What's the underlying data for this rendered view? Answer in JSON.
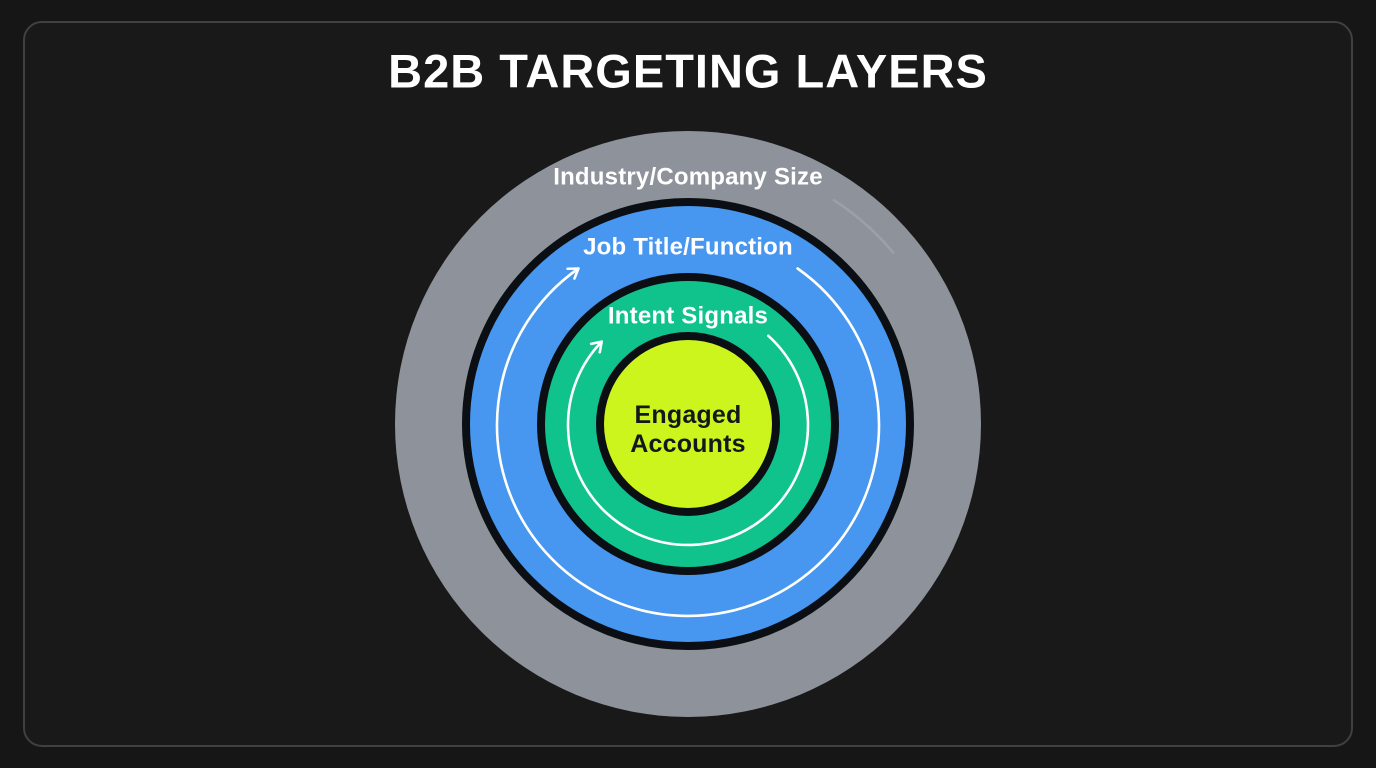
{
  "title": "B2B TARGETING LAYERS",
  "theme": {
    "background": "#161616",
    "frame_fill": "#191919",
    "frame_border": "#3f4043",
    "title_color": "#ffffff"
  },
  "diagram": {
    "ring_border_color": "#0b0f14",
    "arrow_color": "#ffffff",
    "highlight_color": "#ffffff",
    "layers": [
      {
        "label": "Industry/Company Size",
        "color": "#8e939b",
        "text_color": "#ffffff"
      },
      {
        "label": "Job Title/Function",
        "color": "#4796f0",
        "text_color": "#ffffff"
      },
      {
        "label": "Intent Signals",
        "color": "#10c28b",
        "text_color": "#ffffff"
      },
      {
        "label": "Engaged Accounts",
        "label_lines": [
          "Engaged",
          "Accounts"
        ],
        "color": "#ccf51e",
        "text_color": "#14181c"
      }
    ]
  }
}
